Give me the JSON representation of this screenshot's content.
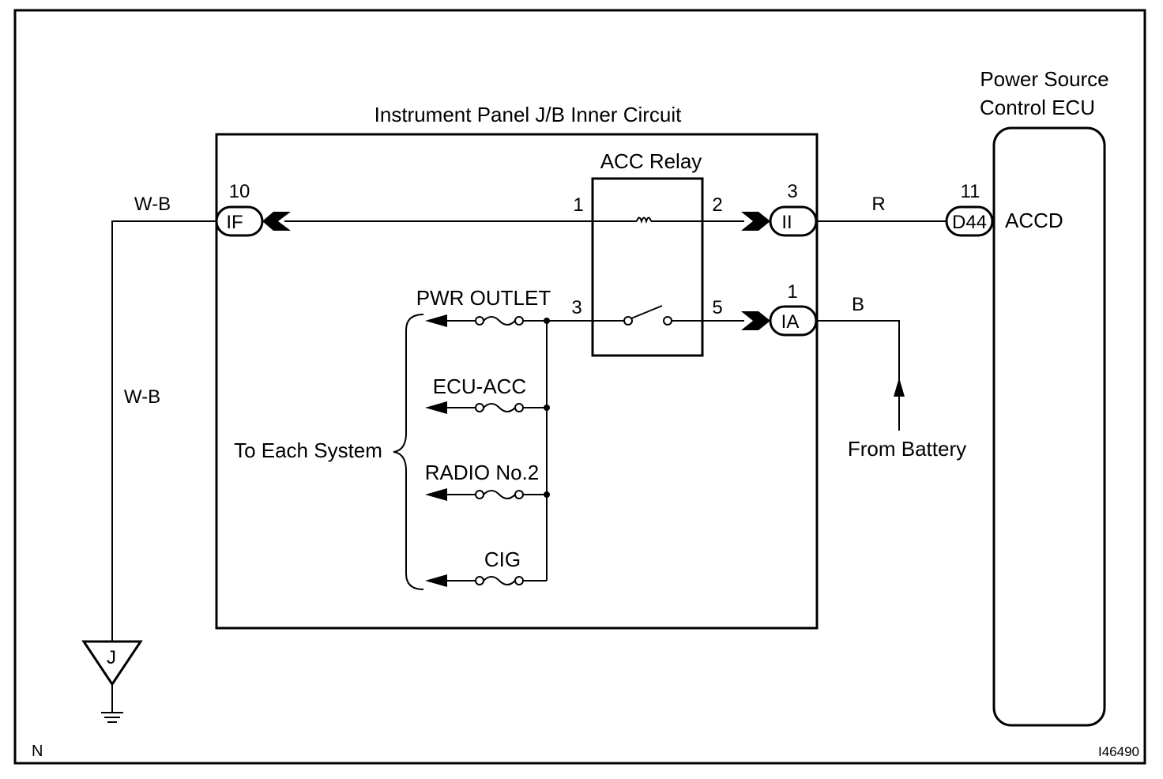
{
  "title": "Instrument Panel J/B Inner Circuit",
  "ecu": {
    "title_line1": "Power Source",
    "title_line2": "Control ECU",
    "terminal": "ACCD"
  },
  "relay": {
    "name": "ACC Relay",
    "pin_1": "1",
    "pin_2": "2",
    "pin_3": "3",
    "pin_5": "5"
  },
  "connectors": {
    "IF": {
      "label": "IF",
      "pin": "10"
    },
    "II": {
      "label": "II",
      "pin": "3"
    },
    "IA": {
      "label": "IA",
      "pin": "1"
    },
    "D44": {
      "label": "D44",
      "pin": "11"
    }
  },
  "wires": {
    "ground_top": "W-B",
    "ground_side": "W-B",
    "ecu_wire": "R",
    "battery_wire": "B"
  },
  "fuses": [
    "PWR OUTLET",
    "ECU-ACC",
    "RADIO No.2",
    "CIG"
  ],
  "to_each_system": "To Each System",
  "from_battery": "From Battery",
  "ground_point": "J",
  "corner_left": "N",
  "corner_right": "I46490"
}
